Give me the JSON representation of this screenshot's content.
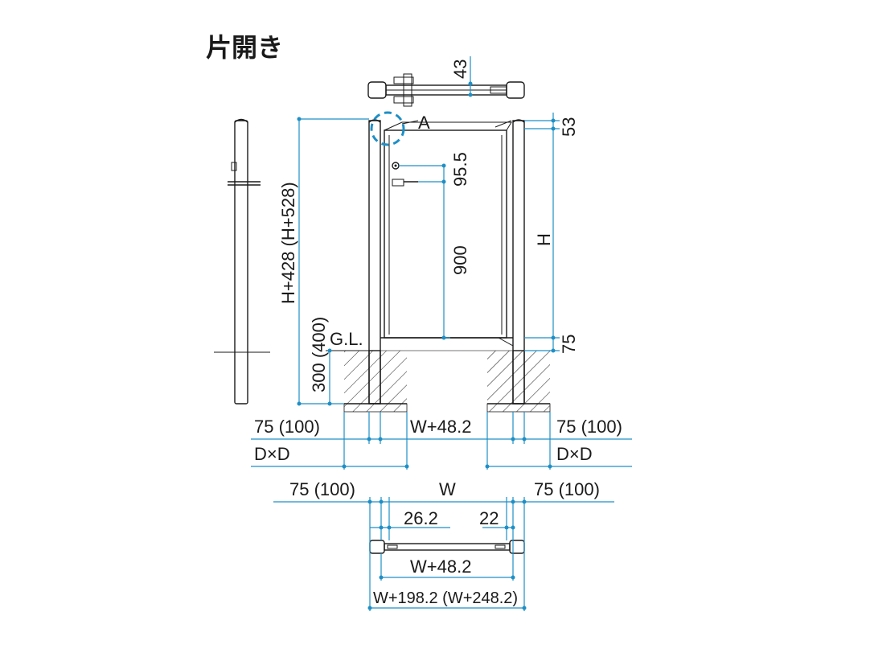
{
  "title": "片開き",
  "labels": {
    "top_depth": "43",
    "callout_a": "A",
    "top_offset": "53",
    "handle_offset": "95.5",
    "handle_height": "900",
    "height": "H",
    "bottom_gap": "75",
    "overall_height": "H+428 (H+528)",
    "embed_depth": "300 (400)",
    "ground_level": "G.L.",
    "post_left": "75 (100)",
    "opening": "W+48.2",
    "post_right": "75 (100)",
    "foundation_left": "D×D",
    "foundation_right": "D×D",
    "plan_post_left": "75 (100)",
    "plan_width": "W",
    "plan_post_right": "75 (100)",
    "plan_hinge_gap": "26.2",
    "plan_latch_gap": "22",
    "plan_opening": "W+48.2",
    "plan_overall": "W+198.2 (W+248.2)"
  }
}
